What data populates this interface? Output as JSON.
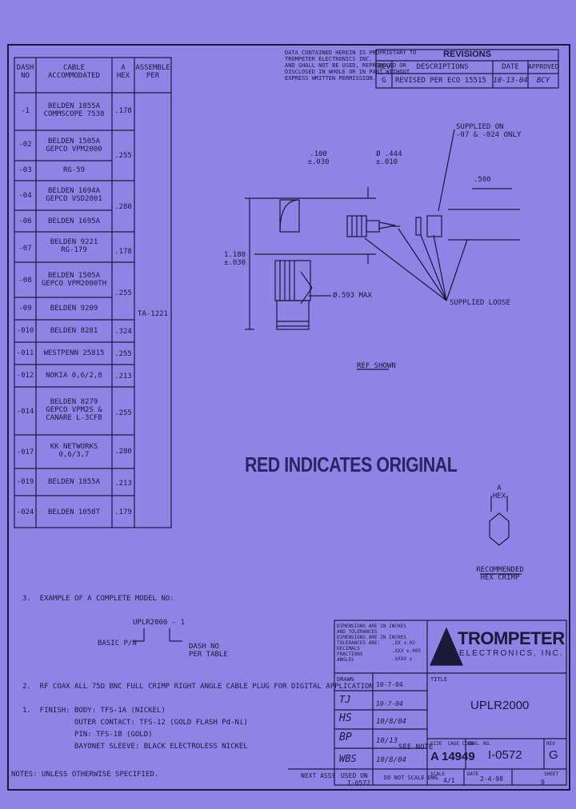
{
  "dash_table": {
    "headers": {
      "dash": "DASH\nNO",
      "cable": "CABLE\nACCOMMODATED",
      "hex": "A\nHEX",
      "assemble": "ASSEMBLE\nPER"
    },
    "rows": [
      {
        "dash": "-1",
        "cable": "BELDEN 1855A\nCOMMSCOPE 7538"
      },
      {
        "dash": "-02",
        "cable": "BELDEN 1505A\nGEPCO VPM2000"
      },
      {
        "dash": "-03",
        "cable": "RG-59"
      },
      {
        "dash": "-04",
        "cable": "BELDEN 1694A\nGEPCO VSD2001"
      },
      {
        "dash": "-06",
        "cable": "BELDEN 1695A"
      },
      {
        "dash": "-07",
        "cable": "BELDEN 9221\nRG-179"
      },
      {
        "dash": "-08",
        "cable": "BELDEN 1505A\nGEPCO VPM2000TH"
      },
      {
        "dash": "-09",
        "cable": "BELDEN 9209"
      },
      {
        "dash": "-010",
        "cable": "BELDEN 8281"
      },
      {
        "dash": "-011",
        "cable": "WESTPENN 25815"
      },
      {
        "dash": "-012",
        "cable": "NOKIA 0,6/2,8"
      },
      {
        "dash": "-014",
        "cable": "BELDEN 8279\nGEPCO VPM2S &\nCANARE L-3CFB"
      },
      {
        "dash": "-017",
        "cable": "KK NETWORKS\n0,6/3,7"
      },
      {
        "dash": "-019",
        "cable": "BELDEN 1855A"
      },
      {
        "dash": "-024",
        "cable": "BELDEN 1058T"
      }
    ],
    "hex_values": [
      ".178",
      ".255",
      ".280",
      ".178",
      ".255",
      ".324",
      ".255",
      ".213",
      ".255",
      ".280",
      ".213",
      ".179"
    ],
    "assemble": "TA-1221"
  },
  "proprietary_note": "DATA CONTAINED HEREIN IS PROPRIETARY TO\nTROMPETER ELECTRONICS INC.\nAND SHALL NOT BE USED, REPRODUCED OR\nDISCLOSED IN WHOLE OR IN PART WITHOUT\nEXPRESS WRITTEN PERMISSION.",
  "revisions": {
    "title": "REVISIONS",
    "headers": {
      "rev": "REV",
      "desc": "DESCRIPTIONS",
      "date": "DATE",
      "approved": "APPROVED"
    },
    "row": {
      "rev": "G",
      "desc": "REVISED PER ECO 15515",
      "date": "10-13-04",
      "approved": "BCY"
    }
  },
  "drawing": {
    "dim_width": ".100\n±.030",
    "dim_dia": "Ø .444\n±.010",
    "dim_len": ".500",
    "dim_height": "1.180\n±.030",
    "dim_max": "Ø.593 MAX",
    "note_supplied_on": "SUPPLIED ON\n-07 & -024 ONLY",
    "note_supplied_loose": "SUPPLIED LOOSE",
    "ref_label": "REF SHOWN"
  },
  "banner": "RED INDICATES ORIGINAL",
  "crimp": {
    "label_a": "A\nHEX",
    "label": "RECOMMENDED\nHEX CRIMP"
  },
  "notes": {
    "n3": "3.  EXAMPLE OF A COMPLETE MODEL NO:",
    "model": "UPLR2000 - 1",
    "basic": "BASIC P/N",
    "dash_no": "DASH NO\nPER TABLE",
    "n2": "2.  RF COAX ALL 75Ω BNC FULL CRIMP RIGHT ANGLE CABLE PLUG FOR DIGITAL APPLICATION",
    "n1": "1.  FINISH: BODY: TFS-1A (NICKEL)\n            OUTER CONTACT: TFS-12 (GOLD FLASH Pd-Ni)\n            PIN: TFS-1B (GOLD)\n            BAYONET SLEEVE: BLACK ELECTROLESS NICKEL",
    "unless": "NOTES: UNLESS OTHERWISE SPECIFIED."
  },
  "title_block": {
    "tolerance_note": "DIMENSIONS ARE IN INCHES\nAND TOLERANCES\nDIMENSIONS ARE IN INCHES\nTOLERANCES ARE:\nDECIMALS\nFRACTIONS\nANGLES",
    "tol_values": ".XX ±.02\n.XXX ±.005\n.XXXX ±",
    "drawn": "DRAWN",
    "drawn_date": "10-7-04",
    "sig1": "TJ",
    "sig1_date": "10-7-04",
    "sig2": "HS",
    "sig2_date": "10/8/04",
    "sig3": "BP",
    "sig3_date": "10/13",
    "sig4": "WBS",
    "sig4_date": "10/8/04",
    "see_note": "SEE NOTE",
    "brand": "TROMPETER",
    "brand_sub": "ELECTRONICS, INC.",
    "title_label": "TITLE",
    "title": "UPLR2000",
    "size_label": "SIZE  CAGE CODE",
    "size": "A",
    "cage": "14949",
    "dwg_label": "DWG. NO.",
    "dwg": "I-0572",
    "rev_label": "REV",
    "rev": "G",
    "next_assy": "NEXT ASSY",
    "used_on": "USED ON",
    "part": "I-0572",
    "do_not_scale": "DO NOT SCALE DWG",
    "scale_label": "SCALE",
    "scale": "4/1",
    "date_label": "DATE",
    "date": "2-4-98",
    "sheet_label": "SHEET",
    "sheet": "0"
  }
}
